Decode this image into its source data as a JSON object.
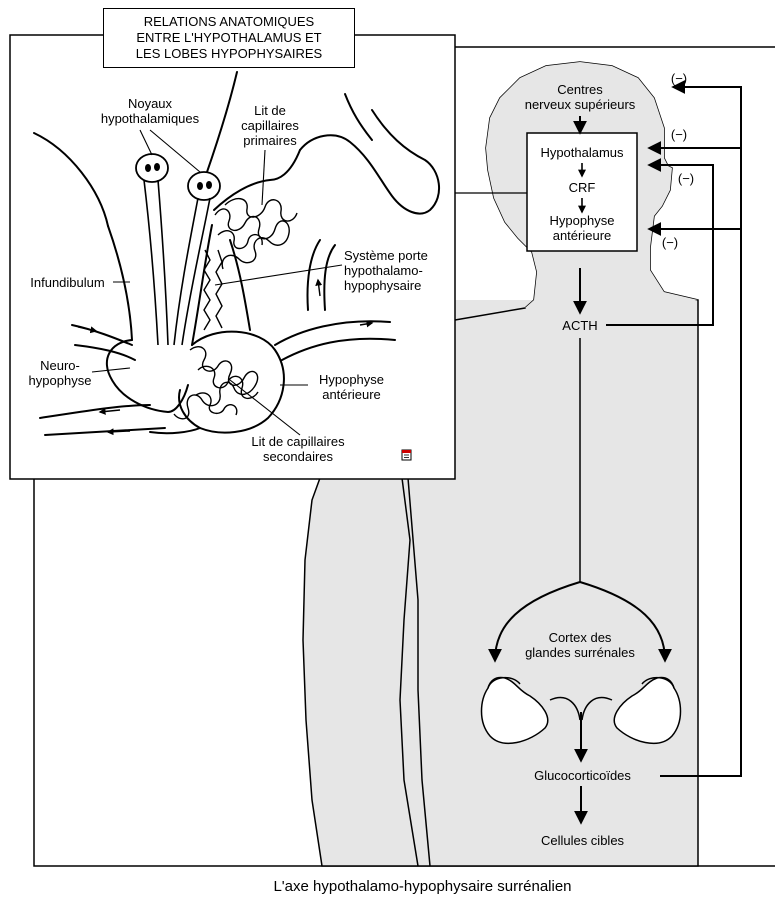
{
  "inset": {
    "title_lines": [
      "RELATIONS ANATOMIQUES",
      "ENTRE L'HYPOTHALAMUS ET",
      "LES LOBES HYPOPHYSAIRES"
    ],
    "labels": {
      "noyaux": [
        "Noyaux",
        "hypothalamiques"
      ],
      "lit_primaire": [
        "Lit de",
        "capillaires",
        "primaires"
      ],
      "systeme_porte": [
        "Système porte",
        "hypothalamo-",
        "hypophysaire"
      ],
      "infundibulum": "Infundibulum",
      "neurohypophyse": [
        "Neuro-",
        "hypophyse"
      ],
      "hypophyse_anterieure": [
        "Hypophyse",
        "antérieure"
      ],
      "lit_secondaire": [
        "Lit de capillaires",
        "secondaires"
      ]
    }
  },
  "axis": {
    "centres": [
      "Centres",
      "nerveux supérieurs"
    ],
    "hypothalamus": "Hypothalamus",
    "crf": "CRF",
    "hypophyse": [
      "Hypophyse",
      "antérieure"
    ],
    "acth": "ACTH",
    "cortex": [
      "Cortex des",
      "glandes surrénales"
    ],
    "glucocorticoides": "Glucocorticoïdes",
    "cellules": "Cellules cibles",
    "inhibition": "(−)"
  },
  "caption": "L'axe hypothalamo-hypophysaire surrénalien"
}
